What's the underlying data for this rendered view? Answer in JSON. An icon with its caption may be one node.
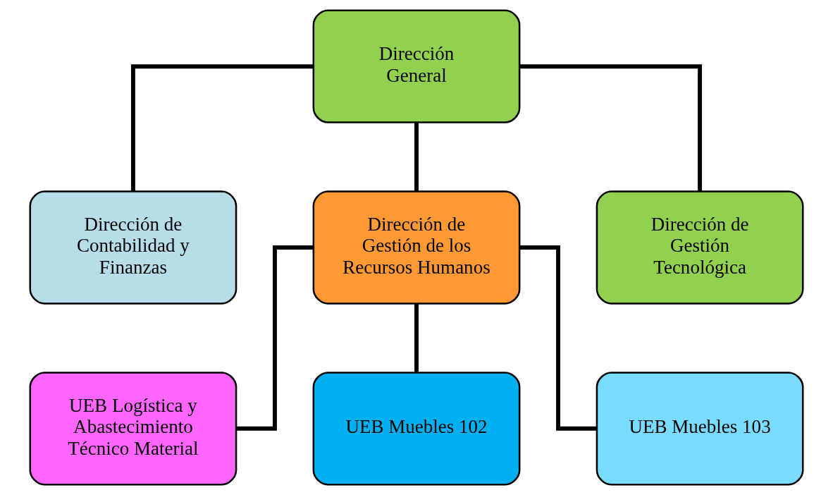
{
  "diagram": {
    "nodes": [
      {
        "text": [
          "Dirección General"
        ]
      },
      {
        "text": [
          "Dirección de Contabilidad y Finanzas"
        ]
      },
      {
        "text": [
          "Dirección de Gestión de los Recursos Humanos"
        ]
      },
      {
        "text": [
          "Dirección de Gestión Tecnológica"
        ]
      },
      {
        "text": [
          "UEB Logística y Abastecimiento Técnico Material"
        ]
      },
      {
        "text": [
          "UEB Muebles 102"
        ]
      },
      {
        "text": [
          "UEB Muebles 103"
        ]
      }
    ],
    "edges": [
      {
        "from": 0,
        "to": 1,
        "arrow": "none"
      },
      {
        "from": 0,
        "to": 2,
        "arrow": "none"
      },
      {
        "from": 0,
        "to": 3,
        "arrow": "none"
      },
      {
        "from": 2,
        "to": 4,
        "arrow": "none"
      },
      {
        "from": 2,
        "to": 5,
        "arrow": "none"
      },
      {
        "from": 2,
        "to": 6,
        "arrow": "none"
      }
    ]
  }
}
